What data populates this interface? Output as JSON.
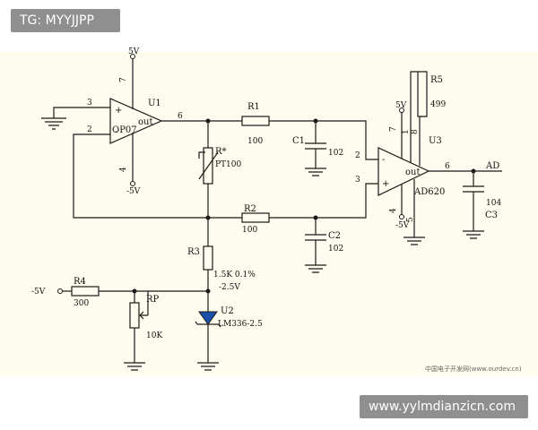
{
  "watermarks": {
    "top_left": "TG: MYYJJPP",
    "bottom_right": "www.yylmdianzicn.com",
    "footer_small": "中国电子开发网(www.ourdev.cn)"
  },
  "colors": {
    "paper": "#fdfcef",
    "wire": "#1a1a1a",
    "badge": "#8f8f8f"
  },
  "labels": {
    "u1": "U1",
    "u1_model": "OP07",
    "u1_pin3": "3",
    "u1_pin2": "2",
    "u1_pin7": "7",
    "u1_pin4": "4",
    "u1_pin6": "6",
    "u1_plus": "+",
    "u1_minus": "-",
    "u1_out": "out",
    "vcc_u1": "5V",
    "vee_u1": "-5V",
    "r1": "R1",
    "r1_val": "100",
    "c1": "C1",
    "c1_val": "102",
    "rt": "R*",
    "rt_model": "PT100",
    "r2": "R2",
    "r2_val": "100",
    "c2": "C2",
    "c2_val": "102",
    "r3": "R3",
    "r3_val": "1.5K  0.1%",
    "neg_ref": "-2.5V",
    "r4": "R4",
    "r4_val": "300",
    "vin_neg": "-5V",
    "rp": "RP",
    "rp_val": "10K",
    "u2": "U2",
    "u2_model": "LM336-2.5",
    "u3": "U3",
    "u3_model": "AD620",
    "u3_pin2": "2",
    "u3_pin3": "3",
    "u3_pin7": "7",
    "u3_pin4": "4",
    "u3_pin8": "8",
    "u3_pin1": "1",
    "u3_pin5": "5",
    "u3_pin6": "6",
    "u3_minus": "-",
    "u3_plus": "+",
    "u3_out": "out",
    "vcc_u3": "5V",
    "vee_u3": "-5V",
    "r5": "R5",
    "r5_val": "499",
    "c3": "C3",
    "c3_val": "104",
    "output": "AD"
  }
}
